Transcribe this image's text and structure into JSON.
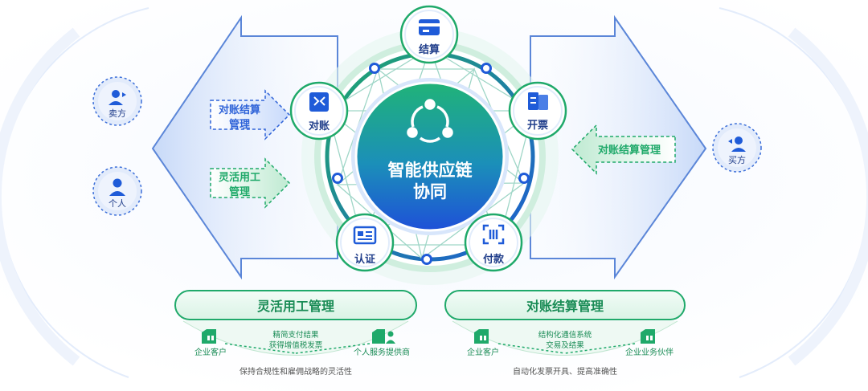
{
  "center": {
    "line1": "智能供应链",
    "line2": "协同"
  },
  "nodes": [
    {
      "label": "结算",
      "icon": "card-icon"
    },
    {
      "label": "开票",
      "icon": "invoice-icon"
    },
    {
      "label": "付款",
      "icon": "scan-pay-icon"
    },
    {
      "label": "认证",
      "icon": "id-card-icon"
    },
    {
      "label": "对账",
      "icon": "reconcile-icon"
    }
  ],
  "left_people": [
    {
      "label": "卖方",
      "icon": "seller-icon"
    },
    {
      "label": "个人",
      "icon": "person-icon"
    }
  ],
  "right_people": [
    {
      "label": "买方",
      "icon": "buyer-icon"
    }
  ],
  "left_arrows": [
    {
      "line1": "对账结算",
      "line2": "管理",
      "color": "#2f63d8"
    },
    {
      "line1": "灵活用工",
      "line2": "管理",
      "color": "#1fa96a"
    }
  ],
  "right_arrow": {
    "label": "对账结算管理",
    "color": "#1fa96a"
  },
  "panels": [
    {
      "title": "灵活用工管理",
      "left_label": "企业客户",
      "right_label": "个人服务提供商",
      "middle_line1": "精简支付结果",
      "middle_line2": "获得增值税发票",
      "footer": "保持合规性和雇佣战略的灵活性"
    },
    {
      "title": "对账结算管理",
      "left_label": "企业客户",
      "right_label": "企业业务伙伴",
      "middle_line1": "结构化通信系统",
      "middle_line2": "交易及结果",
      "footer": "自动化发票开具、提高准确性"
    }
  ],
  "colors": {
    "primary_blue": "#1f5bd8",
    "center_gradient_top": "#22b07a",
    "center_gradient_bottom": "#1e55d6",
    "green": "#1fa96a",
    "soft_blue": "#dce8fb"
  }
}
